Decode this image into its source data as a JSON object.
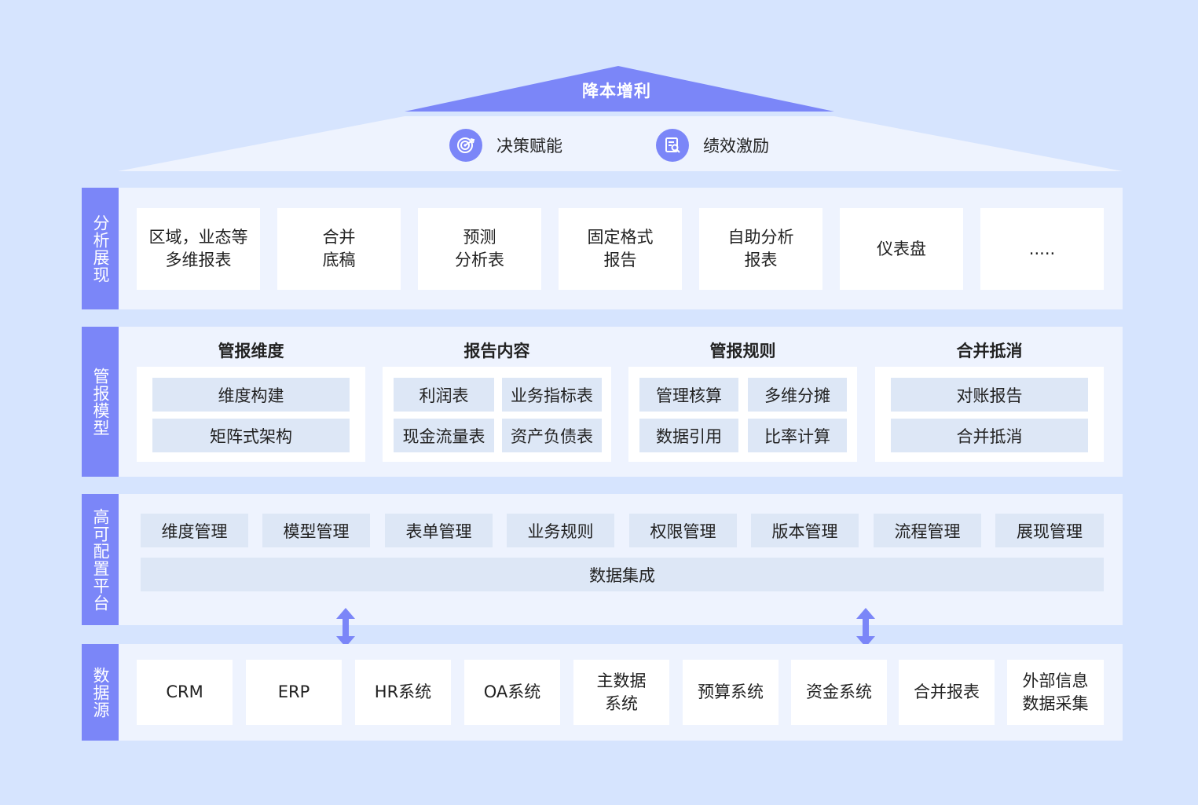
{
  "roof": {
    "title": "降本增利"
  },
  "goals": [
    {
      "label": "决策赋能",
      "icon": "target-icon"
    },
    {
      "label": "绩效激励",
      "icon": "report-search-icon"
    }
  ],
  "colors": {
    "accent": "#7b86f8",
    "layer_bg": "#eef3fe",
    "chip_bg": "#dde7f6",
    "page_bg": "#d6e4fe"
  },
  "layers": {
    "analysis": {
      "label": "分析展现",
      "cards": [
        "区域，业态等\n多维报表",
        "合并\n底稿",
        "预测\n分析表",
        "固定格式\n报告",
        "自助分析\n报表",
        "仪表盘",
        "....."
      ]
    },
    "model": {
      "label": "管报模型",
      "groups": [
        {
          "title": "管报维度",
          "items": [
            "维度构建",
            "矩阵式架构"
          ]
        },
        {
          "title": "报告内容",
          "items": [
            "利润表",
            "业务指标表",
            "现金流量表",
            "资产负债表"
          ]
        },
        {
          "title": "管报规则",
          "items": [
            "管理核算",
            "多维分摊",
            "数据引用",
            "比率计算"
          ]
        },
        {
          "title": "合并抵消",
          "items": [
            "对账报告",
            "合并抵消"
          ]
        }
      ]
    },
    "platform": {
      "label": "高可配置平台",
      "items": [
        "维度管理",
        "模型管理",
        "表单管理",
        "业务规则",
        "权限管理",
        "版本管理",
        "流程管理",
        "展现管理"
      ],
      "integration": "数据集成"
    },
    "sources": {
      "label": "数据源",
      "cards": [
        "CRM",
        "ERP",
        "HR系统",
        "OA系统",
        "主数据\n系统",
        "预算系统",
        "资金系统",
        "合并报表",
        "外部信息\n数据采集"
      ]
    }
  }
}
